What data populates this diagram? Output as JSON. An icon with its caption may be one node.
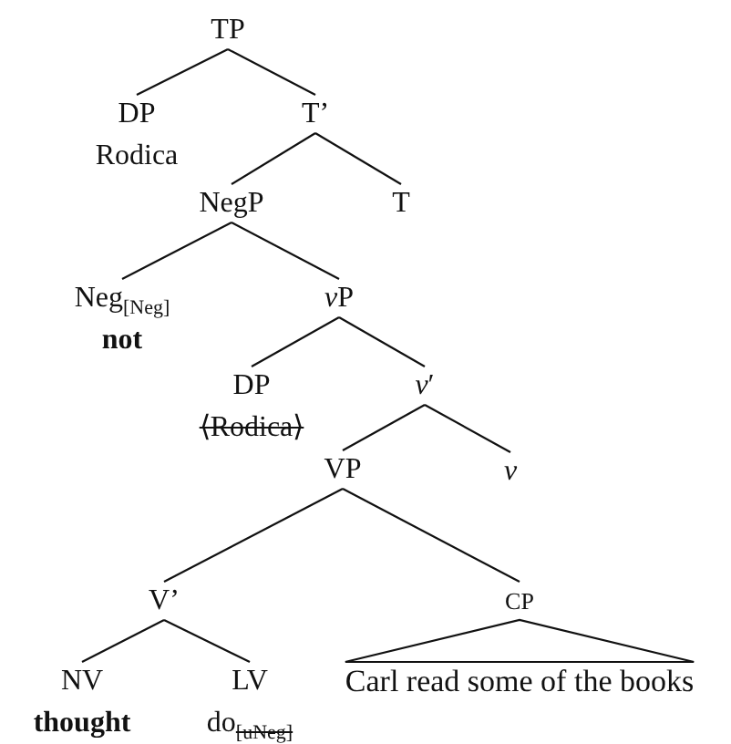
{
  "diagram": {
    "nodes": [
      {
        "text": [
          "TP"
        ]
      },
      {
        "text": [
          "DP",
          "Rodica"
        ]
      },
      {
        "text": [
          "T’"
        ]
      },
      {
        "text": [
          "NegP"
        ]
      },
      {
        "text": [
          "T"
        ]
      },
      {
        "text": [
          "Neg$_{[Neg]}$",
          "not"
        ]
      },
      {
        "text": [
          "vP"
        ]
      },
      {
        "text": [
          "DP",
          "⟨Rodica⟩"
        ]
      },
      {
        "text": [
          "*v*′"
        ]
      },
      {
        "text": [
          "VP"
        ]
      },
      {
        "text": [
          "v"
        ]
      },
      {
        "text": [
          "V’"
        ]
      },
      {
        "text": [
          "CP"
        ]
      },
      {
        "text": [
          "NV",
          "thought"
        ]
      },
      {
        "text": [
          "LV",
          "do$_{[uNeg]}$"
        ]
      },
      {
        "text": [
          "Carl read some of the books"
        ]
      }
    ],
    "edges": [
      {
        "from": 0,
        "to": 1,
        "arrow": "none"
      },
      {
        "from": 0,
        "to": 2,
        "arrow": "none"
      },
      {
        "from": 2,
        "to": 3,
        "arrow": "none"
      },
      {
        "from": 2,
        "to": 4,
        "arrow": "none"
      },
      {
        "from": 3,
        "to": 5,
        "arrow": "none"
      },
      {
        "from": 3,
        "to": 6,
        "arrow": "none"
      },
      {
        "from": 6,
        "to": 7,
        "arrow": "none"
      },
      {
        "from": 6,
        "to": 8,
        "arrow": "none"
      },
      {
        "from": 8,
        "to": 9,
        "arrow": "none"
      },
      {
        "from": 8,
        "to": 10,
        "arrow": "none"
      },
      {
        "from": 9,
        "to": 11,
        "arrow": "none"
      },
      {
        "from": 9,
        "to": 12,
        "arrow": "none"
      },
      {
        "from": 11,
        "to": 13,
        "arrow": "none"
      },
      {
        "from": 11,
        "to": 14,
        "arrow": "none"
      },
      {
        "from": 12,
        "to": 15,
        "arrow": "none"
      }
    ]
  }
}
